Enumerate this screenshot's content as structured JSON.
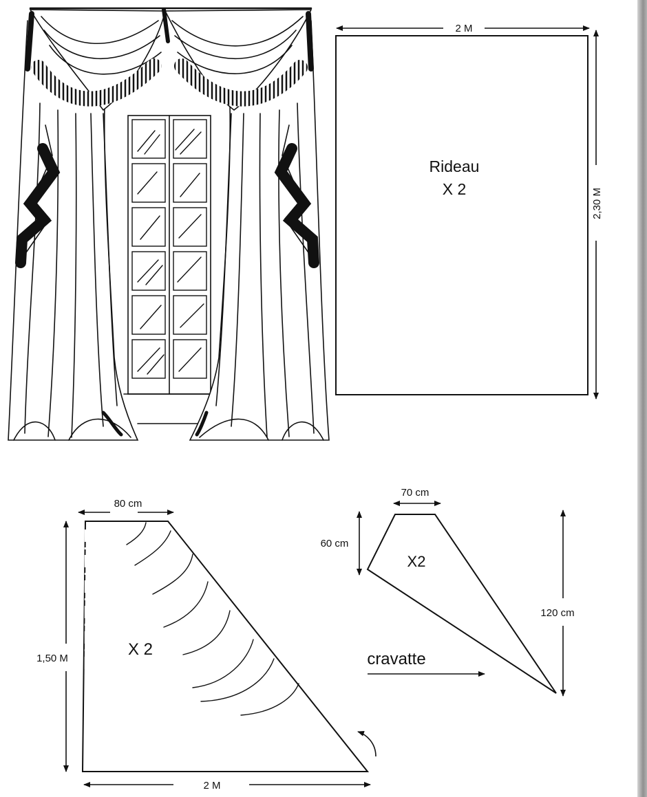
{
  "rideau": {
    "width_label": "2 M",
    "height_label": "2,30 M",
    "name": "Rideau",
    "count": "X 2"
  },
  "swag": {
    "top_label": "80 cm",
    "height_label": "1,50 M",
    "bottom_label": "2 M",
    "count": "X 2"
  },
  "cravatte": {
    "top_label": "70 cm",
    "side_label": "60 cm",
    "length_label": "120 cm",
    "count": "X2",
    "name": "cravatte"
  },
  "colors": {
    "ink": "#111111",
    "page": "#ffffff",
    "edge": "#9a9a9a"
  }
}
